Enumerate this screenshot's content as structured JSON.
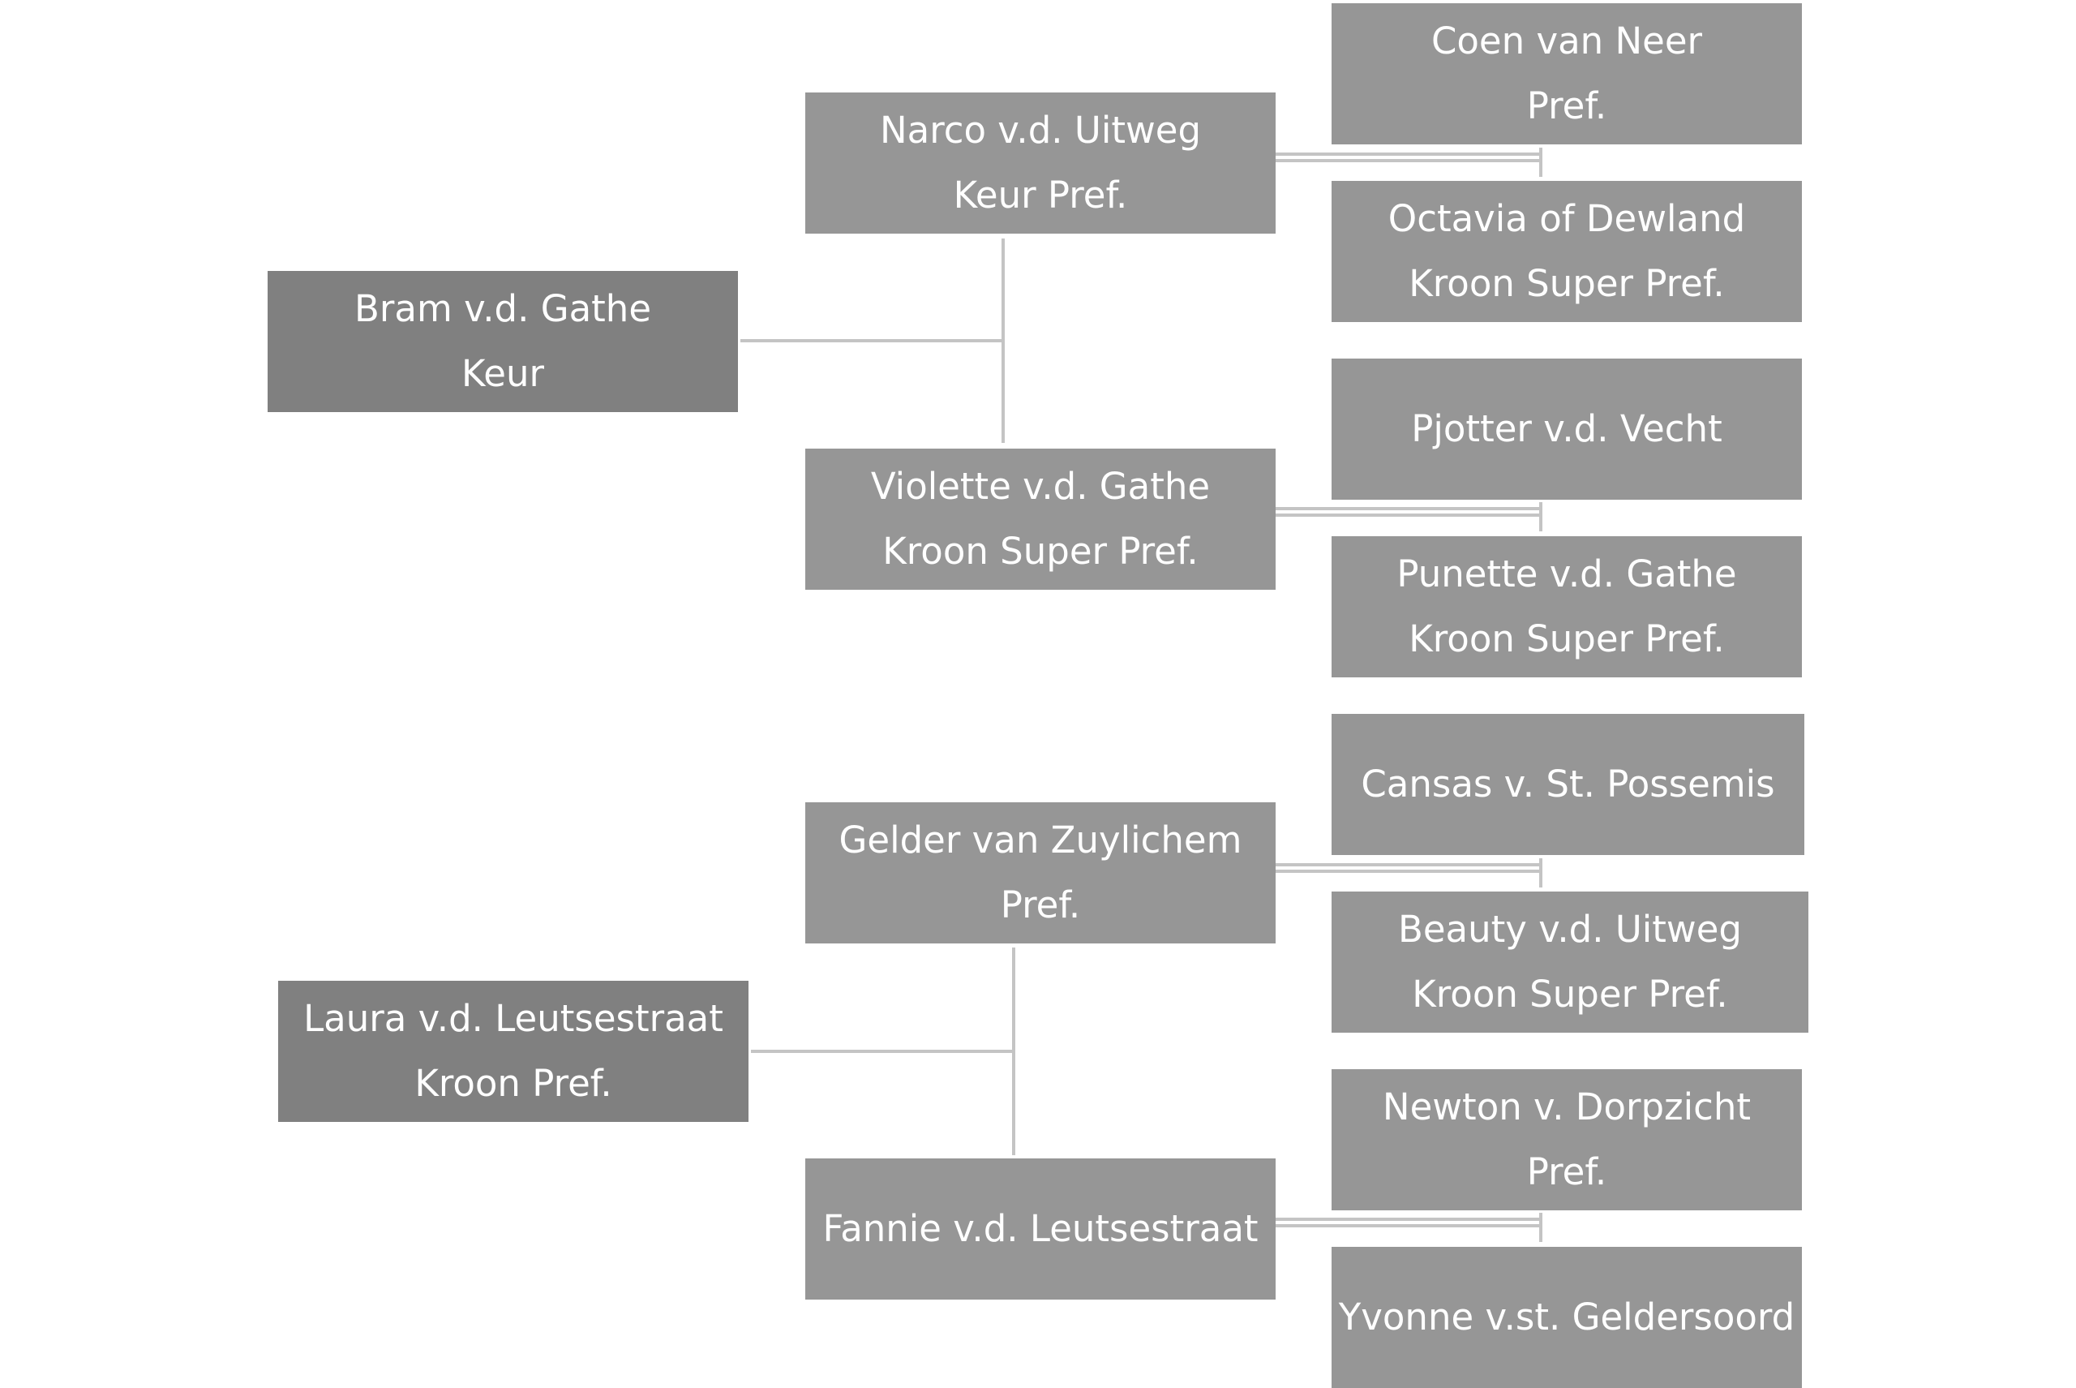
{
  "pedigrees": [
    {
      "subject": {
        "name": "Bram v.d. Gathe",
        "title": "Keur"
      },
      "sire": {
        "name": "Narco v.d. Uitweg",
        "title": "Keur Pref."
      },
      "dam": {
        "name": "Violette v.d. Gathe",
        "title": "Kroon Super Pref."
      },
      "sire_sire": {
        "name": "Coen van Neer",
        "title": "Pref."
      },
      "sire_dam": {
        "name": "Octavia of Dewland",
        "title": "Kroon Super Pref."
      },
      "dam_sire": {
        "name": "Pjotter v.d. Vecht",
        "title": ""
      },
      "dam_dam": {
        "name": "Punette v.d. Gathe",
        "title": "Kroon  Super Pref."
      }
    },
    {
      "subject": {
        "name": "Laura v.d. Leutsestraat",
        "title": "Kroon Pref."
      },
      "sire": {
        "name": "Gelder van Zuylichem",
        "title": "Pref."
      },
      "dam": {
        "name": "Fannie v.d. Leutsestraat",
        "title": ""
      },
      "sire_sire": {
        "name": "Cansas v. St. Possemis",
        "title": ""
      },
      "sire_dam": {
        "name": "Beauty v.d. Uitweg",
        "title": "Kroon Super Pref."
      },
      "dam_sire": {
        "name": "Newton v. Dorpzicht",
        "title": "Pref."
      },
      "dam_dam": {
        "name": "Yvonne v.st. Geldersoord",
        "title": ""
      }
    }
  ],
  "colors": {
    "subject_fill": "#808080",
    "ancestor_fill": "#969696",
    "text": "#ffffff",
    "connector": "#c4c4c4"
  }
}
